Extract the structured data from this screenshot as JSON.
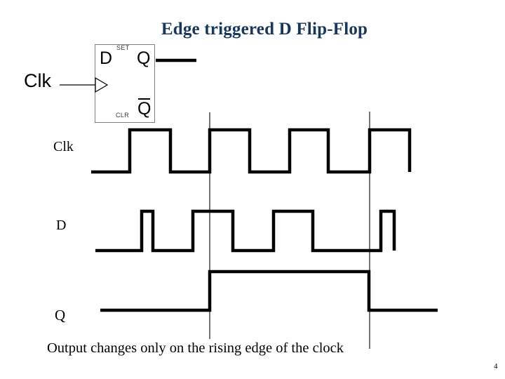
{
  "slide": {
    "title": "Edge triggered D Flip-Flop",
    "caption": "Output changes only on the rising edge of the clock",
    "page_number": "4"
  },
  "colors": {
    "title": "#17375D",
    "waveform": "#000000",
    "marker_line": "#1a1a1a",
    "symbol_border": "#7f7f7f"
  },
  "flip_flop_symbol": {
    "input_label": "Clk",
    "pin_d": "D",
    "pin_set": "SET",
    "pin_q": "Q",
    "pin_clr": "CLR",
    "pin_qbar": "Q"
  },
  "timing_labels": {
    "clk": "Clk",
    "d": "D",
    "q": "Q"
  },
  "chart_data": {
    "type": "line",
    "subtype": "digital-timing-diagram",
    "description_visible_text": "Output changes only on the rising edge of the clock",
    "signals": [
      "Clk",
      "D",
      "Q"
    ],
    "clk_rising_edges_x": [
      185,
      299,
      413,
      527
    ],
    "marked_rising_edges_x": [
      299,
      527
    ],
    "series": [
      {
        "name": "Clk",
        "high_y": 185,
        "low_y": 245,
        "points": [
          [
            130,
            245
          ],
          [
            185,
            245
          ],
          [
            185,
            185
          ],
          [
            243,
            185
          ],
          [
            243,
            245
          ],
          [
            299,
            245
          ],
          [
            299,
            185
          ],
          [
            356,
            185
          ],
          [
            356,
            245
          ],
          [
            413,
            245
          ],
          [
            413,
            185
          ],
          [
            468,
            185
          ],
          [
            468,
            245
          ],
          [
            527,
            245
          ],
          [
            527,
            185
          ],
          [
            584,
            185
          ],
          [
            584,
            245
          ]
        ]
      },
      {
        "name": "D",
        "high_y": 301,
        "low_y": 357,
        "points": [
          [
            136,
            357
          ],
          [
            202,
            357
          ],
          [
            202,
            301
          ],
          [
            218,
            301
          ],
          [
            218,
            357
          ],
          [
            275,
            357
          ],
          [
            275,
            301
          ],
          [
            332,
            301
          ],
          [
            332,
            357
          ],
          [
            390,
            357
          ],
          [
            390,
            301
          ],
          [
            446,
            301
          ],
          [
            446,
            357
          ],
          [
            543,
            357
          ],
          [
            543,
            301
          ],
          [
            562,
            301
          ],
          [
            562,
            357
          ]
        ]
      },
      {
        "name": "Q",
        "high_y": 387,
        "low_y": 442,
        "points": [
          [
            143,
            442
          ],
          [
            299,
            442
          ],
          [
            299,
            387
          ],
          [
            526,
            387
          ],
          [
            526,
            442
          ],
          [
            624,
            442
          ]
        ]
      }
    ],
    "markers": [
      {
        "x": 299,
        "y1": 160,
        "y2": 483
      },
      {
        "x": 527,
        "y1": 159,
        "y2": 497
      }
    ]
  }
}
